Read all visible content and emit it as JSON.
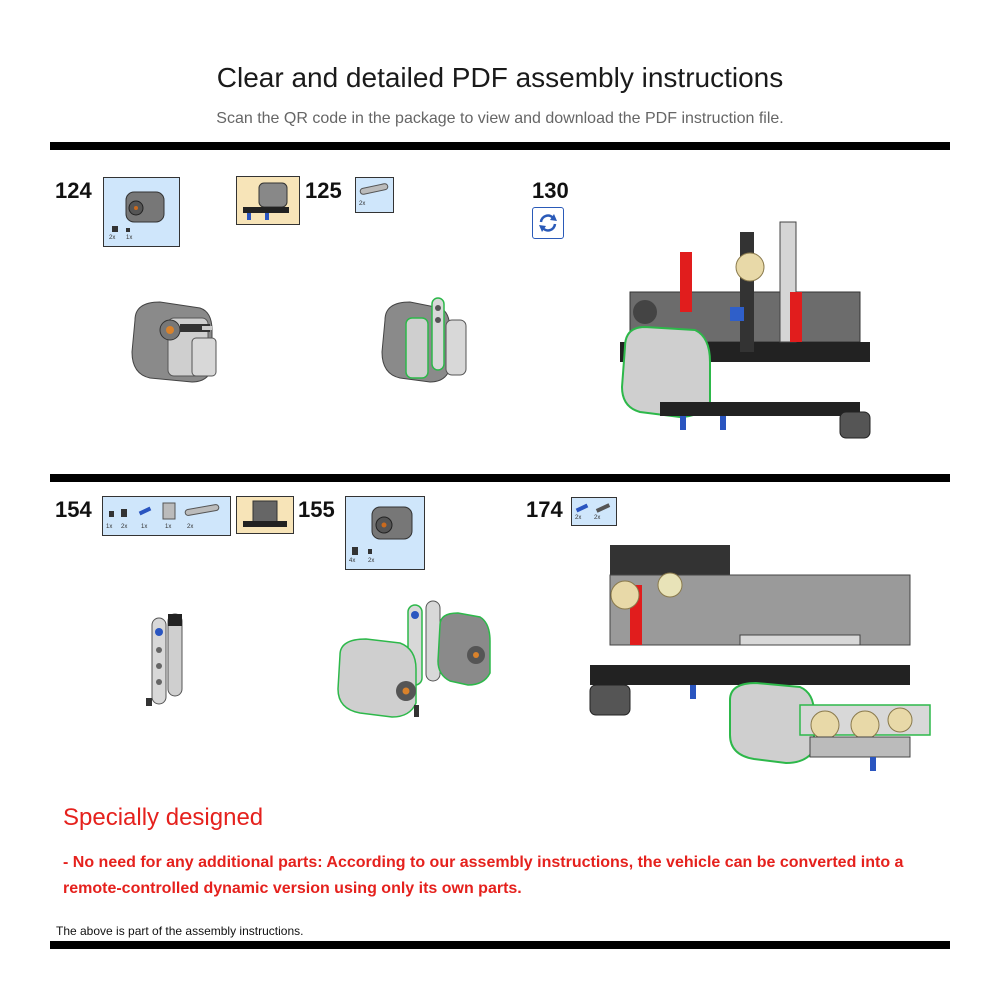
{
  "header": {
    "title": "Clear and detailed PDF assembly instructions",
    "subtitle": "Scan the QR code in the package to view and download the PDF instruction file."
  },
  "steps_row1": [
    {
      "number": "124",
      "quantities": [
        "2x",
        "1x"
      ]
    },
    {
      "number": "125",
      "quantities": [
        "2x"
      ]
    },
    {
      "number": "130",
      "icon": "rotate-icon"
    }
  ],
  "steps_row2": [
    {
      "number": "154",
      "quantities": [
        "1x",
        "2x",
        "1x",
        "1x",
        "2x"
      ]
    },
    {
      "number": "155",
      "quantities": [
        "4x",
        "2x"
      ]
    },
    {
      "number": "174",
      "quantities": [
        "2x",
        "2x"
      ]
    }
  ],
  "feature": {
    "heading": "Specially designed",
    "body": "- No need for any additional parts: According to our assembly instructions, the vehicle can be converted into a remote-controlled dynamic version using only its own parts."
  },
  "footnote": "The above is part of the assembly instructions.",
  "colors": {
    "accent_red": "#e5211d",
    "callout_blue": "#cfe6fb",
    "callout_tan": "#f7e4b8",
    "rule_black": "#000000",
    "outline_green": "#2db84a"
  }
}
